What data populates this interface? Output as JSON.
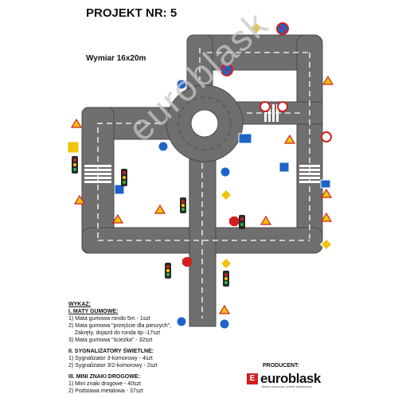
{
  "header": {
    "title": "PROJEKT NR: 5",
    "dimensions": "Wymiar 16x20m"
  },
  "legend": {
    "heading": "WYKAZ:",
    "sections": [
      {
        "title": "I. MATY GUMOWE:",
        "items": [
          "1) Mata gumowa rondo 5m - 1szt",
          "2) Mata gumowa \"przejście dla pieszych\",",
          "    Zakręty, dojazd do ronda itp -17szt",
          "3) Mata gumowa \"ścieżka\" - 32szt"
        ]
      },
      {
        "title": "II. SYGNALIZATORY ŚWIETLNE:",
        "items": [
          "1) Sygnalizator 3-komorowy - 4szt",
          "2) Sygnalizator 3/2-komorowy - 2szt"
        ]
      },
      {
        "title": "III. MINI ZNAKI DROGOWE:",
        "items": [
          "1) Mini znaki drogowe - 40szt",
          "2) Podstawa metalowa - 37szt"
        ]
      }
    ]
  },
  "producer": {
    "label": "PRODUCENT:",
    "logo_letter": "E",
    "name": "euroblask",
    "tagline": "Jesteś widoczny i jesteś bezpieczny"
  },
  "watermark": "euroblask",
  "colors": {
    "road": "#6f6f6f",
    "road_edge": "#4a4a4a",
    "lane_marking": "#ffffff",
    "warning_sign": "#f2c20d",
    "info_sign": "#1e64c8",
    "prohibition_sign": "#d11f1f",
    "signal_body": "#2a2a2a"
  }
}
